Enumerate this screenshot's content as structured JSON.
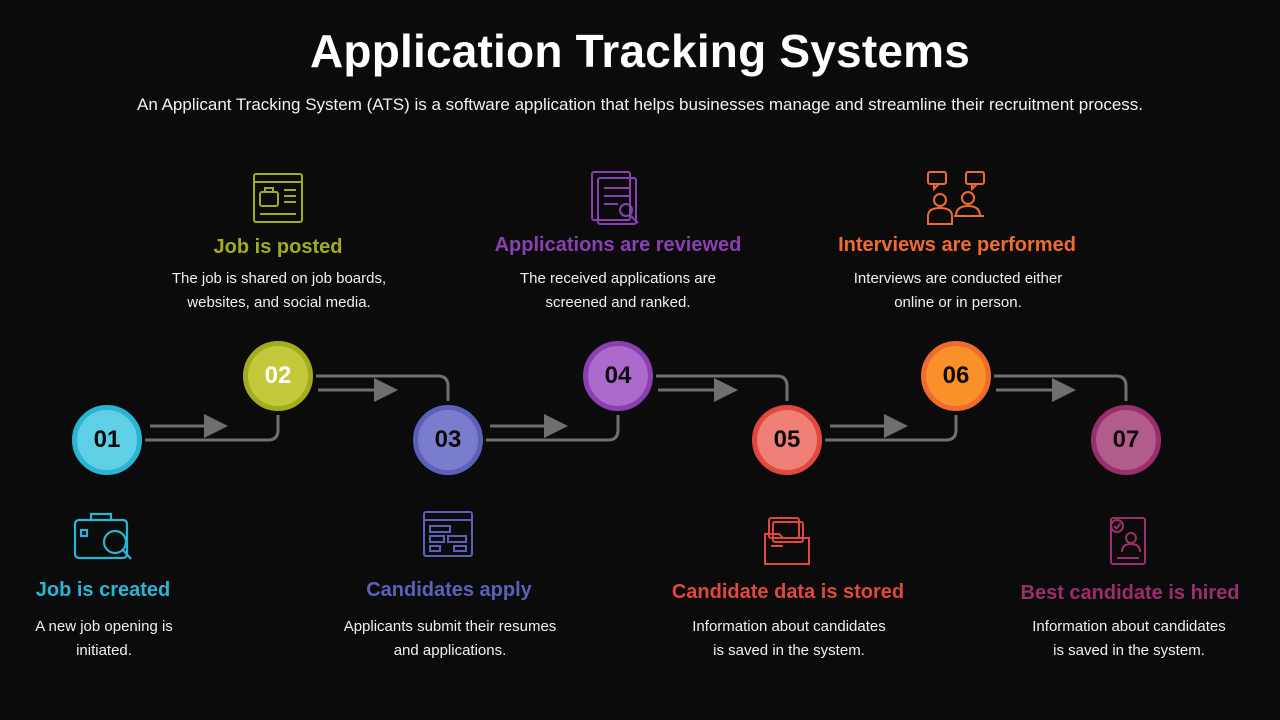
{
  "header": {
    "title": "Application Tracking Systems",
    "subtitle": "An Applicant Tracking System (ATS) is a software application that helps businesses manage and streamline their recruitment process."
  },
  "steps": [
    {
      "number": "01",
      "title": "Job is created",
      "desc_line1": "A new job opening is",
      "desc_line2": "initiated.",
      "color": "#2bb5d4",
      "fill": "#5ecfe4",
      "icon": "briefcase-search-icon"
    },
    {
      "number": "02",
      "title": "Job is posted",
      "desc_line1": "The job is shared on job boards,",
      "desc_line2": "websites, and social media.",
      "color": "#a3ac1f",
      "fill": "#c3c93a",
      "icon": "job-board-icon"
    },
    {
      "number": "03",
      "title": "Candidates apply",
      "desc_line1": "Applicants submit their resumes",
      "desc_line2": "and applications.",
      "color": "#5d60b8",
      "fill": "#7a7dcc",
      "icon": "application-form-icon"
    },
    {
      "number": "04",
      "title": "Applications are reviewed",
      "desc_line1": "The received applications are",
      "desc_line2": "screened and ranked.",
      "color": "#8a3fb2",
      "fill": "#ad6acd",
      "icon": "document-review-icon"
    },
    {
      "number": "05",
      "title": "Candidate data is stored",
      "desc_line1": "Information about candidates",
      "desc_line2": "is saved in the system.",
      "color": "#e2483b",
      "fill": "#f07f77",
      "icon": "folder-files-icon"
    },
    {
      "number": "06",
      "title": "Interviews are performed",
      "desc_line1": "Interviews are conducted either",
      "desc_line2": "online or in person.",
      "color": "#f06b2c",
      "fill": "#f9902a",
      "icon": "interview-icon"
    },
    {
      "number": "07",
      "title": "Best candidate is hired",
      "desc_line1": "Information about candidates",
      "desc_line2": "is saved in the system.",
      "color": "#9c2e6c",
      "fill": "#b25c8b",
      "icon": "hired-profile-icon"
    }
  ]
}
